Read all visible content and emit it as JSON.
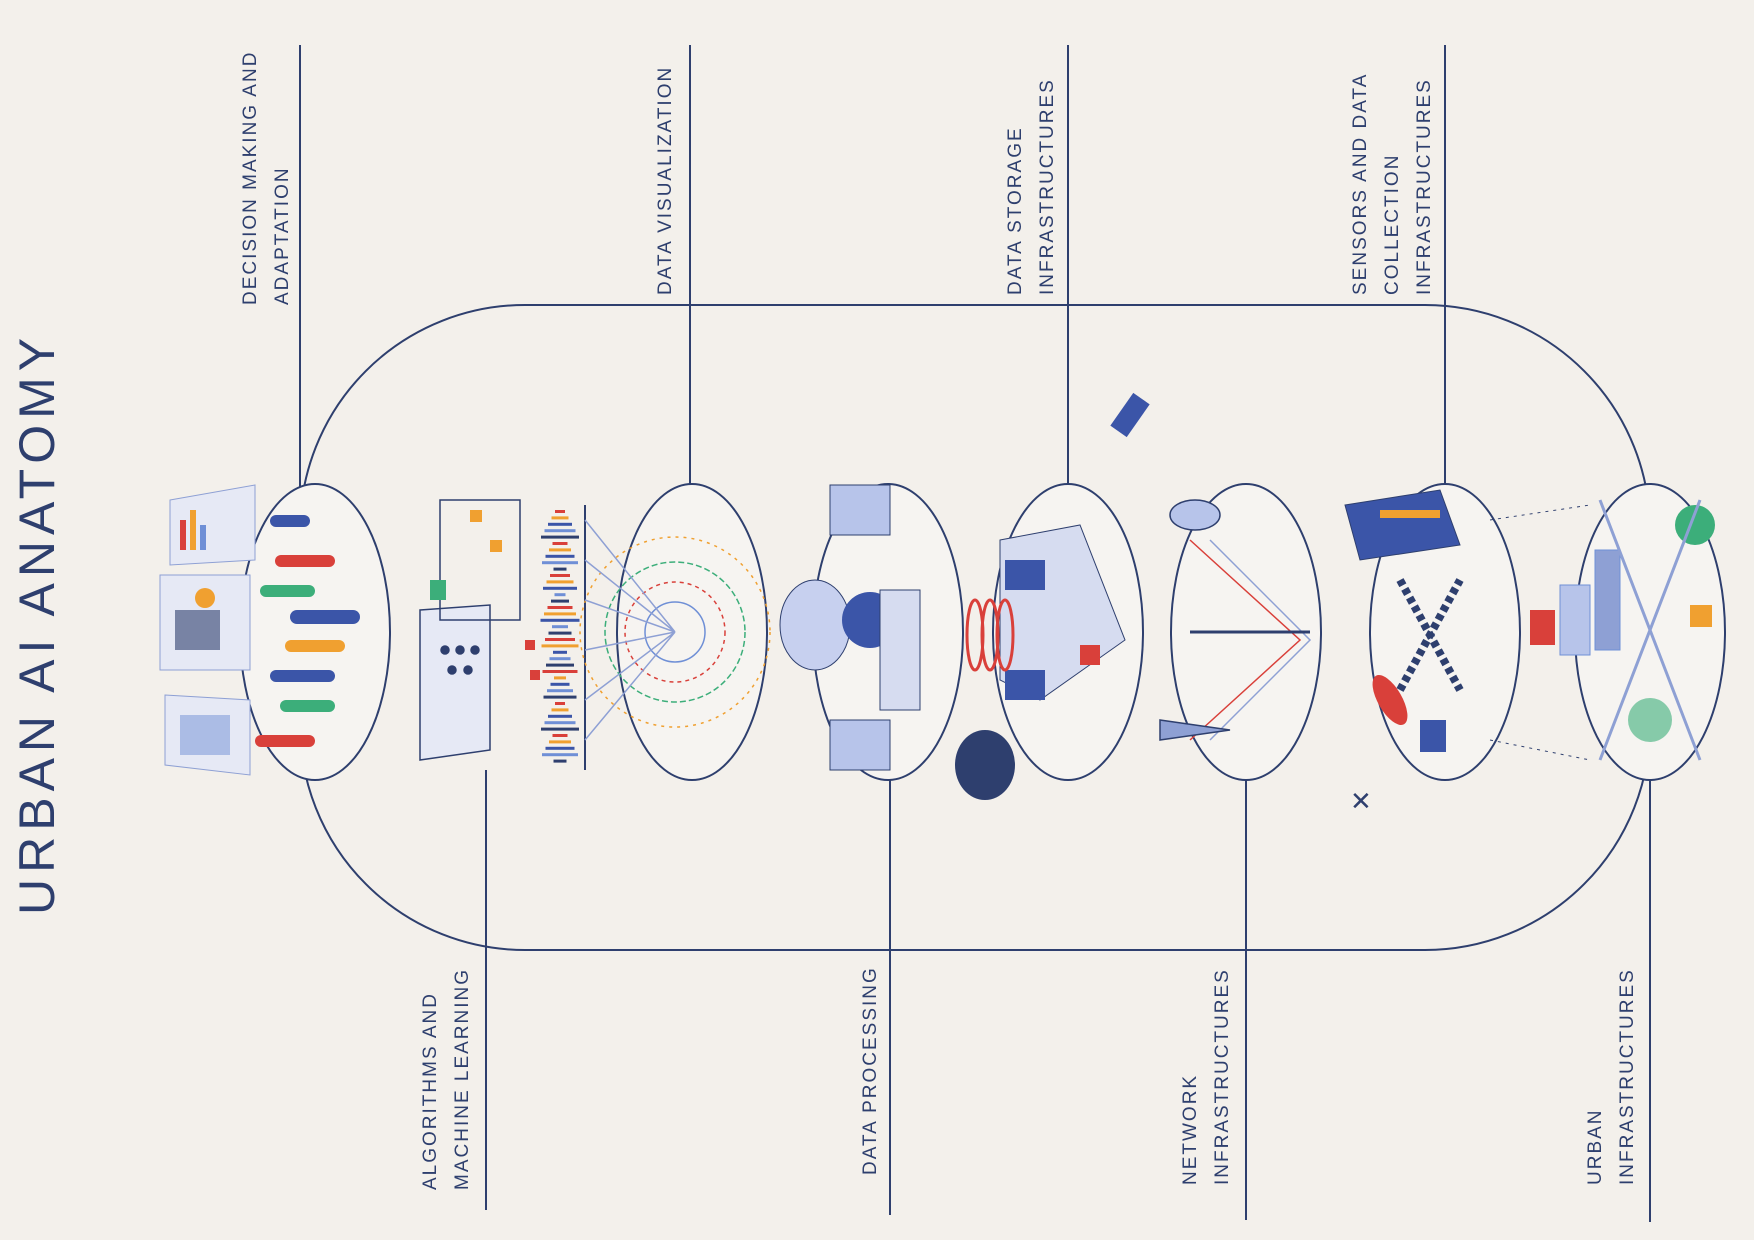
{
  "title": "URBAN AI ANATOMY",
  "layers_top": [
    {
      "id": "decision",
      "lines": [
        "DECISION MAKING AND",
        "ADAPTATION"
      ]
    },
    {
      "id": "visualization",
      "lines": [
        "DATA VISUALIZATION"
      ]
    },
    {
      "id": "storage",
      "lines": [
        "DATA STORAGE",
        "INFRASTRUCTURES"
      ]
    },
    {
      "id": "sensors",
      "lines": [
        "SENSORS AND DATA",
        "COLLECTION",
        "INFRASTRUCTURES"
      ]
    }
  ],
  "layers_bottom": [
    {
      "id": "algorithms",
      "lines": [
        "ALGORITHMS AND",
        "MACHINE LEARNING"
      ]
    },
    {
      "id": "processing",
      "lines": [
        "DATA PROCESSING"
      ]
    },
    {
      "id": "network",
      "lines": [
        "NETWORK",
        "INFRASTRUCTURES"
      ]
    },
    {
      "id": "urban",
      "lines": [
        "URBAN",
        "INFRASTRUCTURES"
      ]
    }
  ],
  "colors": {
    "ink": "#2e3f6e",
    "accent_red": "#d9403a",
    "accent_orange": "#f0a030",
    "accent_blue": "#6f8fd6",
    "accent_green": "#3cae7a",
    "background": "#f3f0eb"
  }
}
